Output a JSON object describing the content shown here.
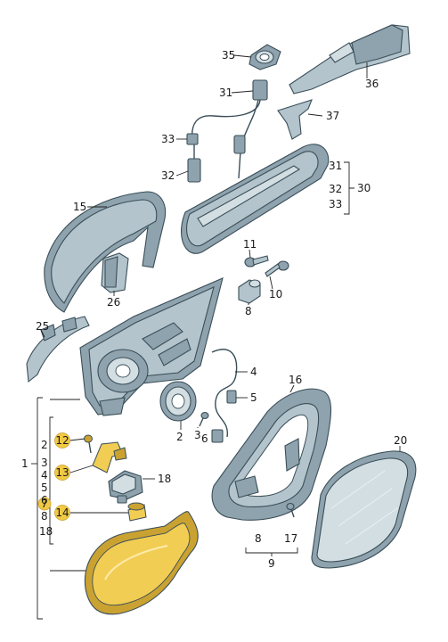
{
  "colors": {
    "part_fill": "#b3c4cc",
    "part_dark": "#8ea3ad",
    "part_light": "#d3dee3",
    "part_stroke": "#3a4e58",
    "highlight_fill": "#f2cd53",
    "highlight_dark": "#caa232",
    "badge_fill": "#f0c945"
  },
  "callouts": {
    "c35": "35",
    "c36": "36",
    "c31": "31",
    "c37": "37",
    "c33": "33",
    "c32": "32",
    "b31": "31",
    "b32": "32",
    "b33": "33",
    "b30": "30",
    "c15": "15",
    "c11": "11",
    "c10": "10",
    "c26": "26",
    "c8": "8",
    "c25": "25",
    "c4": "4",
    "c5": "5",
    "c16": "16",
    "c2": "2",
    "c3": "3",
    "c6": "6",
    "c20": "20",
    "c18": "18",
    "b8": "8",
    "b17": "17",
    "b9": "9"
  },
  "left_group": {
    "main": "1",
    "items": [
      "2",
      "3",
      "4",
      "5",
      "6",
      "7",
      "8",
      "18"
    ],
    "badges": [
      "12",
      "13",
      "14"
    ]
  }
}
